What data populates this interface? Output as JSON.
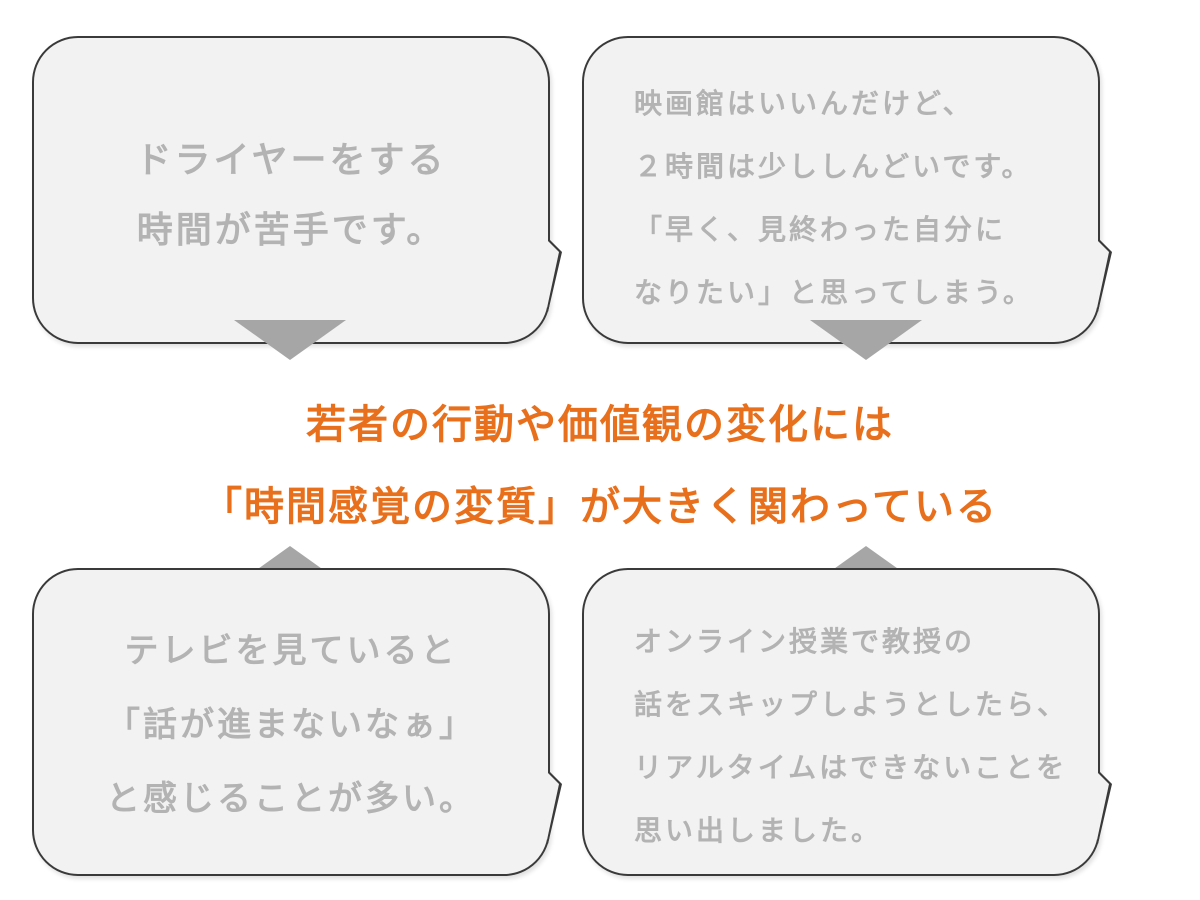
{
  "bubbles": {
    "top_left": {
      "lines": [
        "ドライヤーをする",
        "時間が苦手です。"
      ]
    },
    "top_right": {
      "lines": [
        "映画館はいいんだけど、",
        "２時間は少ししんどいです。",
        "「早く、見終わった自分に",
        "なりたい」と思ってしまう。"
      ]
    },
    "bottom_left": {
      "lines": [
        "テレビを見ていると",
        "「話が進まないなぁ」",
        "と感じることが多い。"
      ]
    },
    "bottom_right": {
      "lines": [
        "オンライン授業で教授の",
        "話をスキップしようとしたら、",
        "リアルタイムはできないことを",
        "思い出しました。"
      ]
    }
  },
  "center": {
    "line1": "若者の行動や価値観の変化には",
    "line2": "「時間感覚の変質」が大きく関わっている"
  },
  "colors": {
    "accent": "#e8701c",
    "bubble_fill": "#f2f2f2",
    "bubble_text": "#b3b3b3",
    "arrow": "#a6a6a6"
  }
}
